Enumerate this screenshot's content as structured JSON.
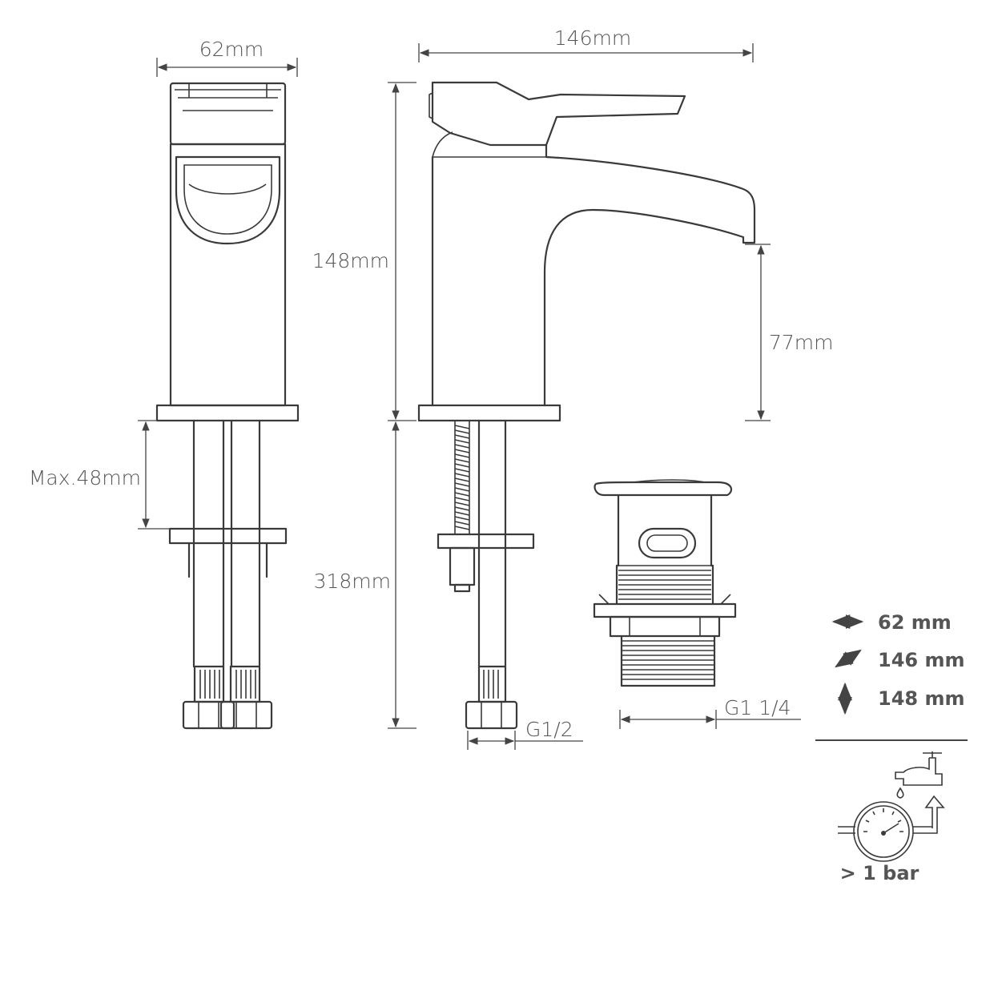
{
  "dimensions": {
    "front_width": "62mm",
    "side_depth": "146mm",
    "height": "148mm",
    "spout_height": "77mm",
    "max_thickness": "Max.48mm",
    "hose_length": "318mm",
    "hose_thread": "G1/2",
    "waste_thread": "G1 1/4"
  },
  "specs": {
    "width": "62 mm",
    "depth": "146 mm",
    "height": "148 mm"
  },
  "pressure": {
    "label": "> 1 bar"
  },
  "icons": {
    "width": "horizontal-double-arrow-icon",
    "depth": "diagonal-double-arrow-icon",
    "height": "vertical-double-arrow-icon",
    "pressure": "pressure-gauge-tap-icon"
  }
}
